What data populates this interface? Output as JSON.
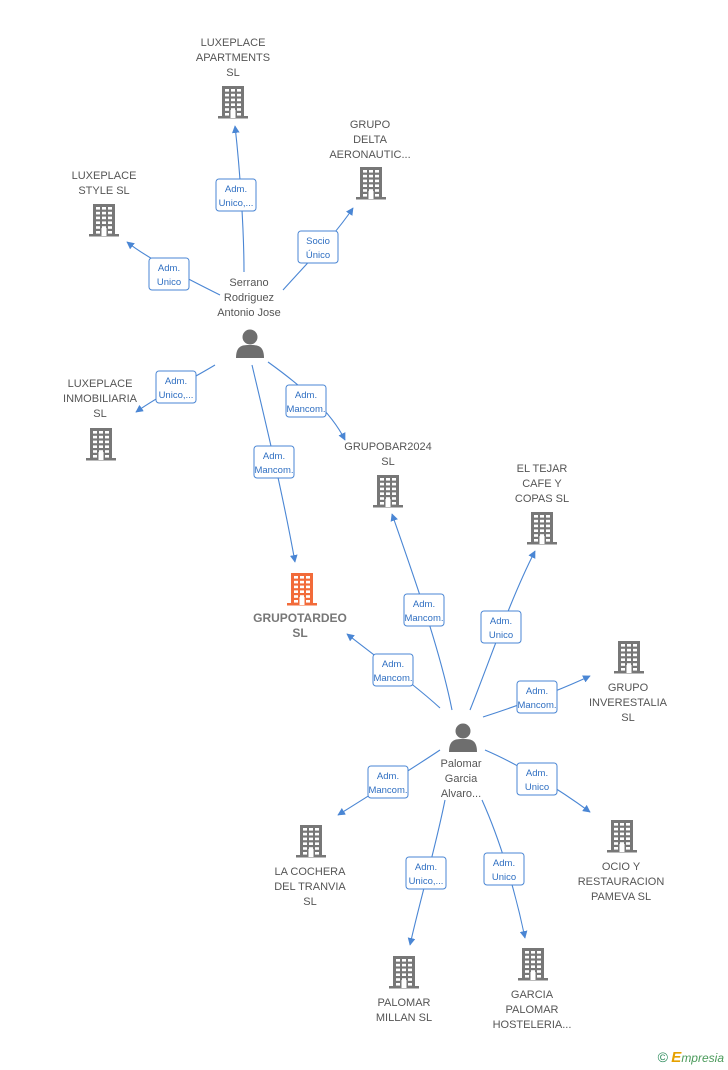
{
  "colors": {
    "edge": "#4a86d4",
    "edge_text": "#2f6fc2",
    "company": "#777777",
    "company_main": "#f26b3a",
    "person": "#6e6e6e"
  },
  "nodes": [
    {
      "id": "luxe_apart",
      "type": "company",
      "lines": [
        "LUXEPLACE",
        "APARTMENTS",
        "SL"
      ]
    },
    {
      "id": "grupo_delta",
      "type": "company",
      "lines": [
        "GRUPO",
        "DELTA",
        "AERONAUTIC..."
      ]
    },
    {
      "id": "luxe_style",
      "type": "company",
      "lines": [
        "LUXEPLACE",
        "STYLE  SL"
      ]
    },
    {
      "id": "serrano",
      "type": "person",
      "lines": [
        "Serrano",
        "Rodriguez",
        "Antonio Jose"
      ]
    },
    {
      "id": "luxe_inmo",
      "type": "company",
      "lines": [
        "LUXEPLACE",
        "INMOBILIARIA",
        "SL"
      ]
    },
    {
      "id": "grupobar",
      "type": "company",
      "lines": [
        "GRUPOBAR2024",
        "SL"
      ]
    },
    {
      "id": "el_tejar",
      "type": "company",
      "lines": [
        "EL TEJAR",
        "CAFE Y",
        "COPAS  SL"
      ]
    },
    {
      "id": "grupotardeo",
      "type": "company_main",
      "lines": [
        "GRUPOTARDEO",
        "SL"
      ]
    },
    {
      "id": "inverestalia",
      "type": "company",
      "lines": [
        "GRUPO",
        "INVERESTALIA",
        "SL"
      ]
    },
    {
      "id": "palomar",
      "type": "person",
      "lines": [
        "Palomar",
        "Garcia",
        "Alvaro..."
      ]
    },
    {
      "id": "cochera",
      "type": "company",
      "lines": [
        "LA COCHERA",
        "DEL TRANVIA",
        "SL"
      ]
    },
    {
      "id": "ocio",
      "type": "company",
      "lines": [
        "OCIO Y",
        "RESTAURACION",
        "PAMEVA  SL"
      ]
    },
    {
      "id": "palomar_millan",
      "type": "company",
      "lines": [
        "PALOMAR",
        "MILLAN SL"
      ]
    },
    {
      "id": "garcia_palomar",
      "type": "company",
      "lines": [
        "GARCIA",
        "PALOMAR",
        "HOSTELERIA..."
      ]
    }
  ],
  "edges": [
    {
      "from": "serrano",
      "to": "luxe_apart",
      "lines": [
        "Adm.",
        "Unico,..."
      ]
    },
    {
      "from": "serrano",
      "to": "grupo_delta",
      "lines": [
        "Socio",
        "Único"
      ]
    },
    {
      "from": "serrano",
      "to": "luxe_style",
      "lines": [
        "Adm.",
        "Unico"
      ]
    },
    {
      "from": "serrano",
      "to": "luxe_inmo",
      "lines": [
        "Adm.",
        "Unico,..."
      ]
    },
    {
      "from": "serrano",
      "to": "grupobar",
      "lines": [
        "Adm.",
        "Mancom."
      ]
    },
    {
      "from": "serrano",
      "to": "grupotardeo",
      "lines": [
        "Adm.",
        "Mancom."
      ]
    },
    {
      "from": "palomar",
      "to": "grupobar",
      "lines": [
        "Adm.",
        "Mancom."
      ]
    },
    {
      "from": "palomar",
      "to": "el_tejar",
      "lines": [
        "Adm.",
        "Unico"
      ]
    },
    {
      "from": "palomar",
      "to": "grupotardeo",
      "lines": [
        "Adm.",
        "Mancom."
      ]
    },
    {
      "from": "palomar",
      "to": "inverestalia",
      "lines": [
        "Adm.",
        "Mancom."
      ]
    },
    {
      "from": "palomar",
      "to": "cochera",
      "lines": [
        "Adm.",
        "Mancom."
      ]
    },
    {
      "from": "palomar",
      "to": "ocio",
      "lines": [
        "Adm.",
        "Unico"
      ]
    },
    {
      "from": "palomar",
      "to": "palomar_millan",
      "lines": [
        "Adm.",
        "Unico,..."
      ]
    },
    {
      "from": "palomar",
      "to": "garcia_palomar",
      "lines": [
        "Adm.",
        "Unico"
      ]
    }
  ],
  "footer": {
    "copyright": "©",
    "brand_initial": "E",
    "brand_rest": "mpresia"
  }
}
